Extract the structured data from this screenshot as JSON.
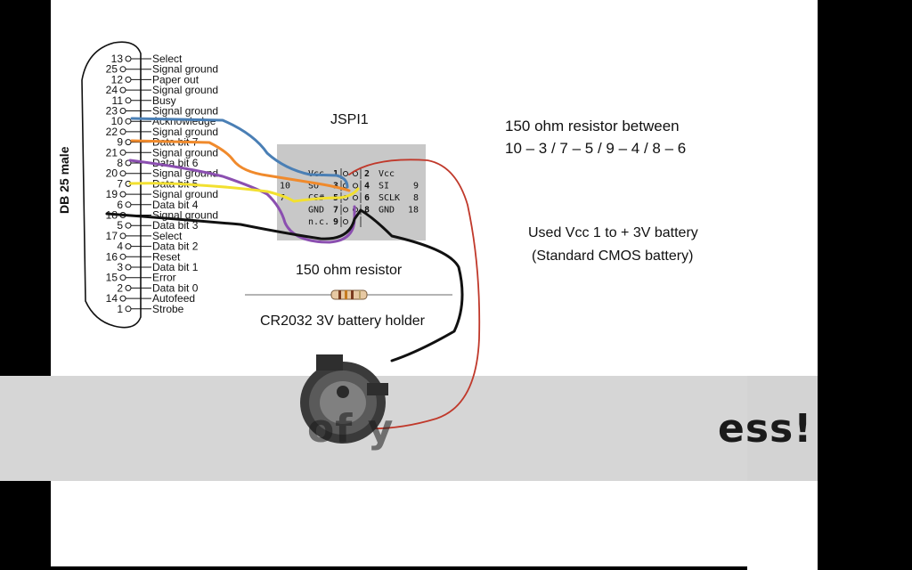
{
  "db25": {
    "connector_label": "DB 25 male",
    "pins": [
      {
        "num": "13",
        "label": "Select"
      },
      {
        "num": "25",
        "label": "Signal ground"
      },
      {
        "num": "12",
        "label": "Paper out"
      },
      {
        "num": "24",
        "label": "Signal ground"
      },
      {
        "num": "11",
        "label": "Busy"
      },
      {
        "num": "23",
        "label": "Signal ground"
      },
      {
        "num": "10",
        "label": "Acknowledge"
      },
      {
        "num": "22",
        "label": "Signal ground"
      },
      {
        "num": "9",
        "label": "Data bit 7"
      },
      {
        "num": "21",
        "label": "Signal ground"
      },
      {
        "num": "8",
        "label": "Data bit 6"
      },
      {
        "num": "20",
        "label": "Signal ground"
      },
      {
        "num": "7",
        "label": "Data bit 5"
      },
      {
        "num": "19",
        "label": "Signal ground"
      },
      {
        "num": "6",
        "label": "Data bit 4"
      },
      {
        "num": "18",
        "label": "Signal ground"
      },
      {
        "num": "5",
        "label": "Data bit 3"
      },
      {
        "num": "17",
        "label": "Select"
      },
      {
        "num": "4",
        "label": "Data bit 2"
      },
      {
        "num": "16",
        "label": "Reset"
      },
      {
        "num": "3",
        "label": "Data bit 1"
      },
      {
        "num": "15",
        "label": "Error"
      },
      {
        "num": "2",
        "label": "Data bit 0"
      },
      {
        "num": "14",
        "label": "Autofeed"
      },
      {
        "num": "1",
        "label": "Strobe"
      }
    ]
  },
  "jspi": {
    "title": "JSPI1",
    "rows": [
      {
        "outer_left": "",
        "left_label": "Vcc",
        "left_pin": "1",
        "right_pin": "2",
        "right_label": "Vcc",
        "outer_right": ""
      },
      {
        "outer_left": "10",
        "left_label": "SO",
        "left_pin": "3",
        "right_pin": "4",
        "right_label": "SI",
        "outer_right": "9"
      },
      {
        "outer_left": "7",
        "left_label": "CS#",
        "left_pin": "5",
        "right_pin": "6",
        "right_label": "SCLK",
        "outer_right": "8"
      },
      {
        "outer_left": "",
        "left_label": "GND",
        "left_pin": "7",
        "right_pin": "8",
        "right_label": "GND",
        "outer_right": "18"
      },
      {
        "outer_left": "",
        "left_label": "n.c.",
        "left_pin": "9",
        "right_pin": "",
        "right_label": "",
        "outer_right": ""
      }
    ]
  },
  "notes": {
    "resistor_between_line1": "150 ohm resistor between",
    "resistor_between_line2": "10 – 3 / 7 – 5 / 9 – 4 / 8 – 6",
    "vcc_line1": "Used Vcc 1 to + 3V battery",
    "vcc_line2": "(Standard CMOS battery)",
    "resistor_label": "150 ohm resistor",
    "holder_label": "CR2032 3V battery holder"
  },
  "overlay": {
    "left_text": "of y",
    "right_text": "ess!"
  },
  "colors": {
    "wire_blue": "#4a7fb5",
    "wire_orange": "#f08a2c",
    "wire_purple": "#8b4fb0",
    "wire_yellow": "#f2e030",
    "wire_black": "#111111",
    "wire_red": "#c0392b",
    "jspi_box": "#c8c8c8"
  }
}
